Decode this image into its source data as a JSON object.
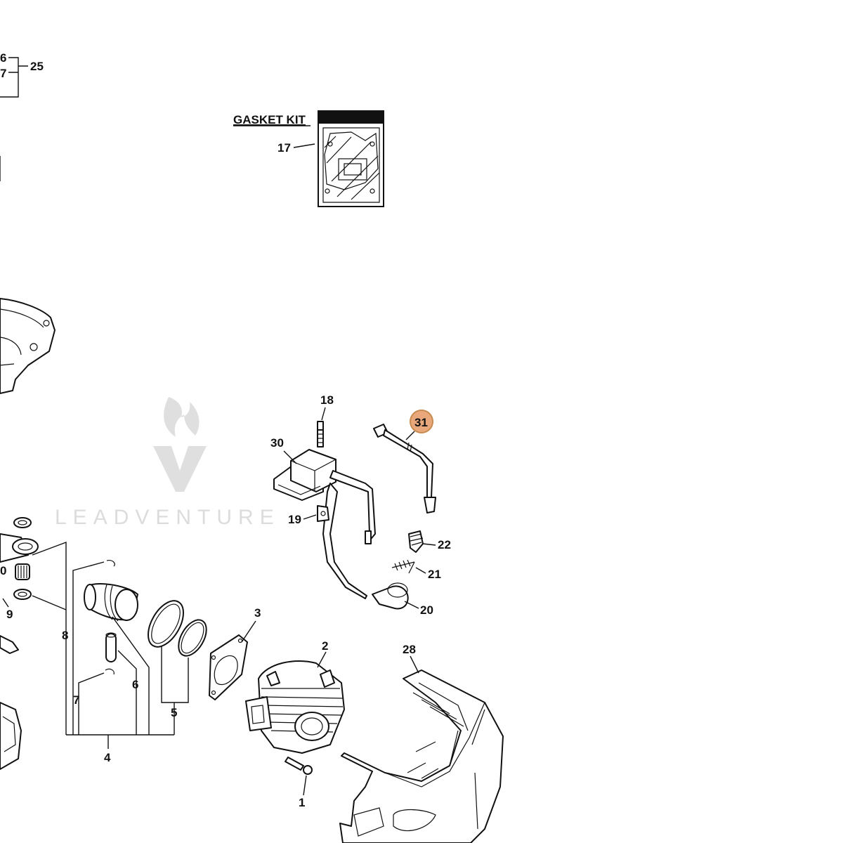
{
  "watermark": {
    "text": "LEADVENTURE"
  },
  "gasket_kit": {
    "title": "GASKET KIT",
    "part": "17"
  },
  "callouts": {
    "c1": "1",
    "c2": "2",
    "c3": "3",
    "c4": "4",
    "c5": "5",
    "c6": "6",
    "c7": "7",
    "c8": "8",
    "c9": "9",
    "c10": "0",
    "c17": "17",
    "c18": "18",
    "c19": "19",
    "c20": "20",
    "c21": "21",
    "c22": "22",
    "c25": "25",
    "c26": "6",
    "c27": "7",
    "c28": "28",
    "c30": "30",
    "c31": "31"
  },
  "highlight": {
    "part": "31",
    "color": "#e8a87c",
    "border": "#c98a4e"
  }
}
